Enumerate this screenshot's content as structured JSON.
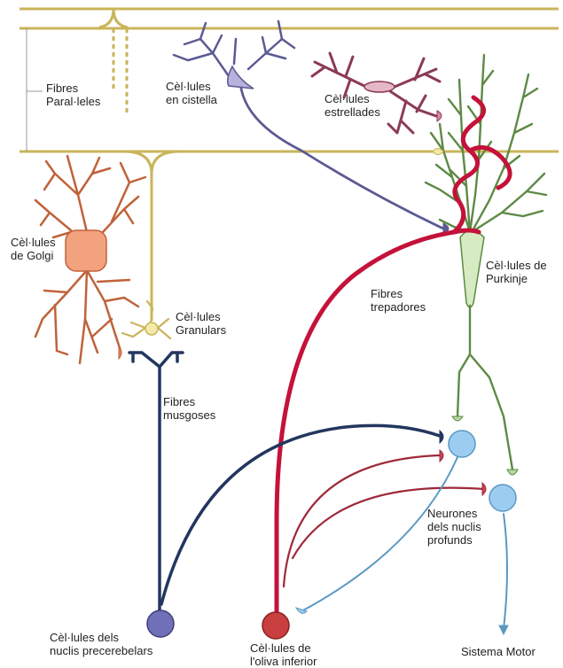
{
  "labels": {
    "parallel_fibres_1": "Fibres",
    "parallel_fibres_2": "Paral·leles",
    "basket_cells_1": "Cèl·lules",
    "basket_cells_2": "en cistella",
    "stellate_cells_1": "Cèl·lules",
    "stellate_cells_2": "estrellades",
    "golgi_cells_1": "Cèl·lules",
    "golgi_cells_2": "de Golgi",
    "purkinje_cells_1": "Cèl·lules de",
    "purkinje_cells_2": "Purkinje",
    "climbing_fibres_1": "Fibres",
    "climbing_fibres_2": "trepadores",
    "granule_cells_1": "Cèl·lules",
    "granule_cells_2": "Granulars",
    "mossy_fibres_1": "Fibres",
    "mossy_fibres_2": "musgoses",
    "deep_nuclei_1": "Neurones",
    "deep_nuclei_2": "dels nuclis",
    "deep_nuclei_3": "profunds",
    "precerebellar_1": "Cèl·lules dels",
    "precerebellar_2": "nuclis precerebelars",
    "inferior_olive_1": "Cèl·lules de",
    "inferior_olive_2": "l'oliva inferior",
    "motor_system": "Sistema Motor"
  },
  "colors": {
    "parallel_fibre": "#c9b45a",
    "granule_fill": "#f3e9a8",
    "basket": "#5b5a93",
    "stellate": "#8b3a55",
    "golgi": "#c0623a",
    "purkinje": "#5d8a45",
    "purkinje_body": "#d6ebc1",
    "climbing": "#c4123a",
    "mossy": "#22365f",
    "precerebellar_fill": "#6f70b8",
    "olive_fill": "#c93e3e",
    "deep_nuclei_fill": "#9ccdf0",
    "deep_nuclei_line": "#5a98c4",
    "olive_projection": "#9e2a3a"
  }
}
